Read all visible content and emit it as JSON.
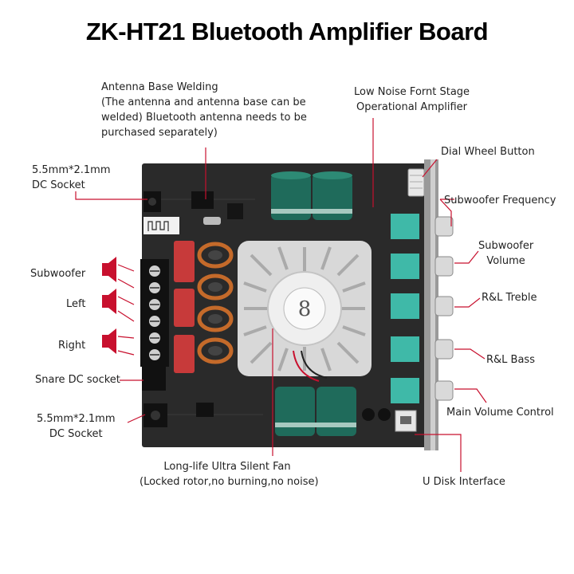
{
  "title": "ZK-HT21 Bluetooth Amplifier Board",
  "colors": {
    "accent": "#c8102e",
    "board": "#2a2a2a",
    "capacitor": "#1f6b5b",
    "inductor": "#c46a2a",
    "film_cap": "#c73a3a",
    "knob_module": "#3fb9a8",
    "knob": "#d9d9d9"
  },
  "labels": {
    "antenna": [
      "Antenna Base Welding",
      " (The antenna and antenna base can be",
      "welded) Bluetooth antenna needs to be",
      "purchased separately)"
    ],
    "low_noise": [
      "Low Noise Fornt Stage",
      "Operational Amplifier"
    ],
    "dial_wheel": "Dial Wheel Button",
    "sub_freq": "Subwoofer Frequency",
    "sub_vol": [
      "Subwoofer",
      "Volume"
    ],
    "treble": "R&L Treble",
    "bass": "R&L Bass",
    "main_vol": "Main Volume Control",
    "dc_top": [
      "5.5mm*2.1mm",
      "DC Socket"
    ],
    "subwoofer": "Subwoofer",
    "left": "Left",
    "right": "Right",
    "snare": "Snare DC socket",
    "dc_bottom": [
      "5.5mm*2.1mm",
      "DC Socket"
    ],
    "fan": [
      "Long-life Ultra Silent Fan",
      "(Locked rotor,no burning,no noise)"
    ],
    "udisk": "U Disk Interface"
  },
  "icons": {
    "speaker": "speaker-icon"
  }
}
